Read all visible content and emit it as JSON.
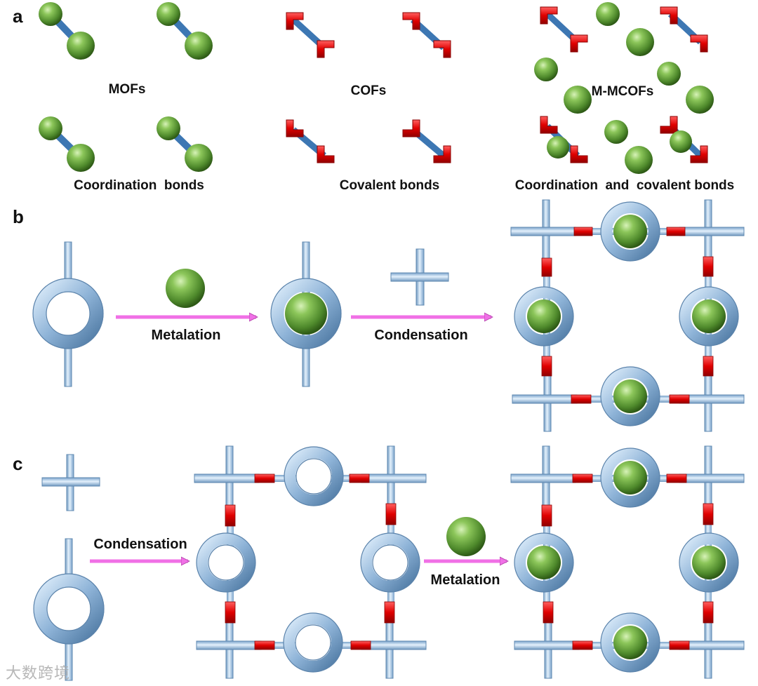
{
  "panel_a": {
    "letter": "a",
    "mof": {
      "name": "MOFs",
      "bond_label": "Coordination  bonds"
    },
    "cof": {
      "name": "COFs",
      "bond_label": "Covalent bonds"
    },
    "mcof": {
      "name": "M-MCOFs",
      "bond_label": "Coordination  and  covalent bonds"
    }
  },
  "panel_b": {
    "letter": "b",
    "step1": "Metalation",
    "step2": "Condensation"
  },
  "panel_c": {
    "letter": "c",
    "step1": "Condensation",
    "step2": "Metalation"
  },
  "watermark": "大数跨境",
  "colors": {
    "rod": "#4a86c4",
    "tube": "#9ec3e3",
    "metal": "#5c9d34",
    "covalent": "#e01010",
    "arrow": "#f070e6"
  }
}
